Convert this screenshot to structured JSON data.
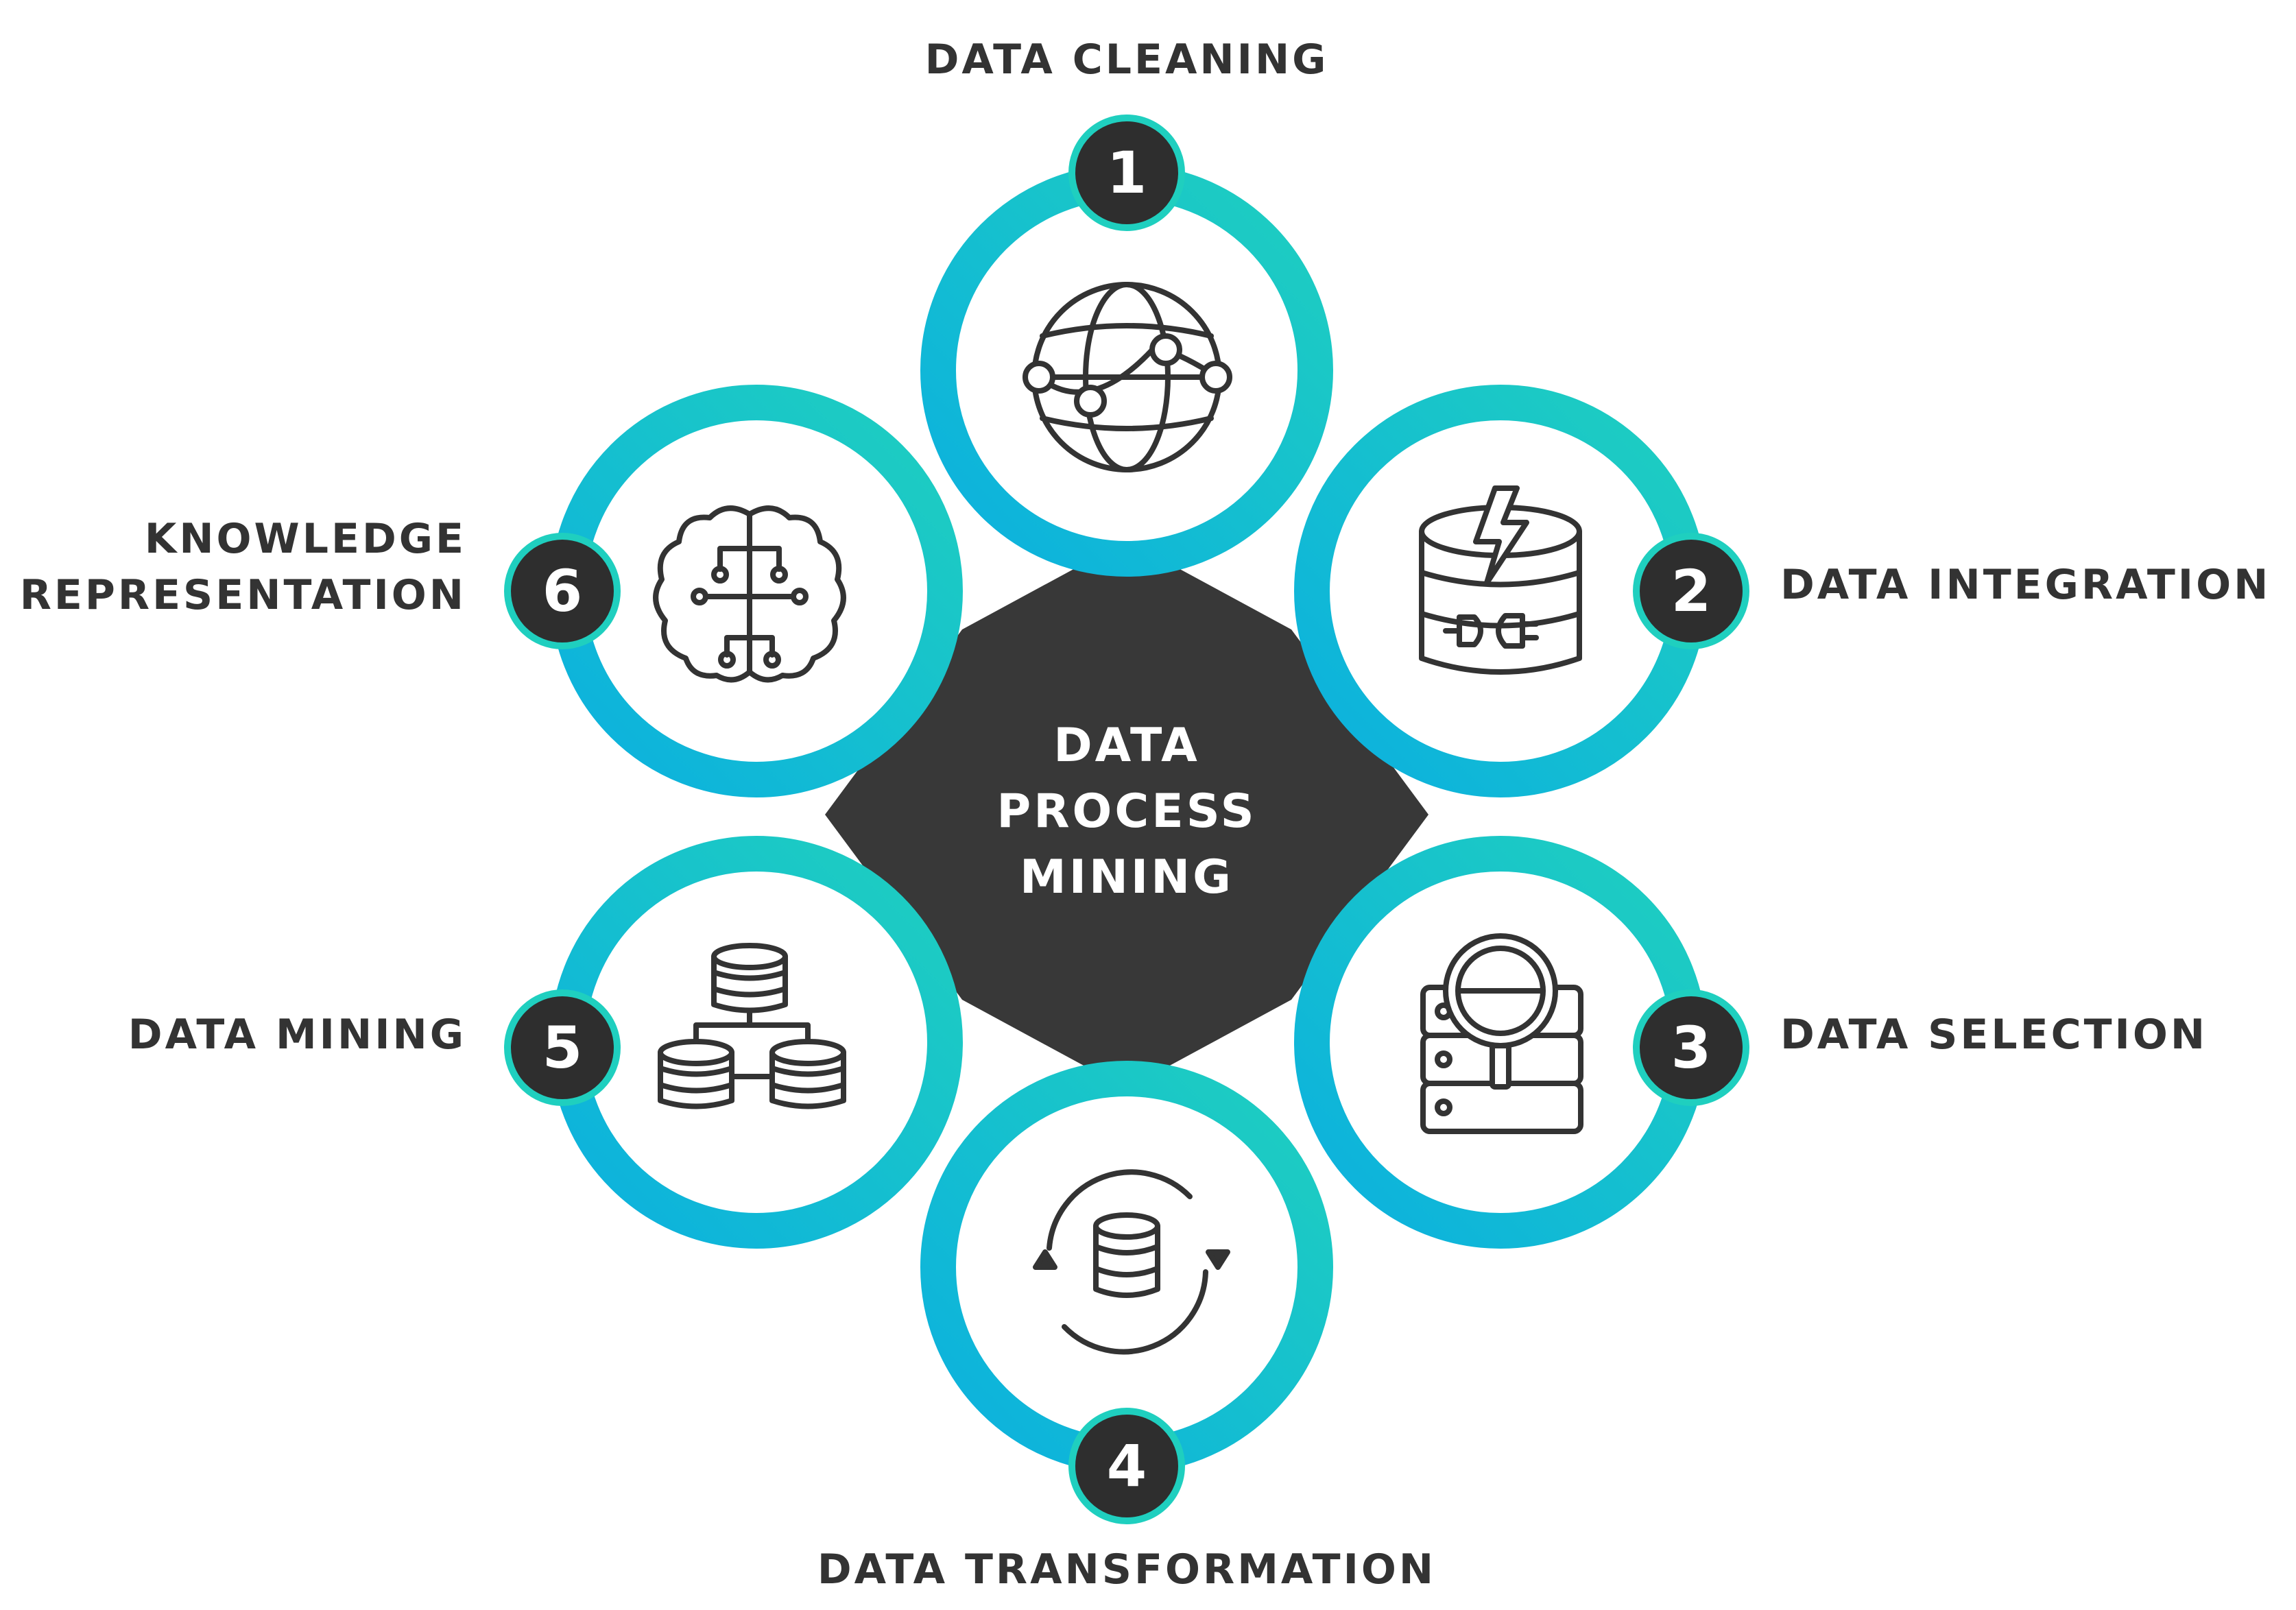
{
  "center": {
    "lines": [
      "DATA",
      "PROCESS",
      "MINING"
    ]
  },
  "steps": [
    {
      "number": "1",
      "label_lines": [
        "DATA CLEANING"
      ],
      "icon": "globe-network-icon"
    },
    {
      "number": "2",
      "label_lines": [
        "DATA INTEGRATION"
      ],
      "icon": "database-power-plug-icon"
    },
    {
      "number": "3",
      "label_lines": [
        "DATA SELECTION"
      ],
      "icon": "server-magnifier-icon"
    },
    {
      "number": "4",
      "label_lines": [
        "DATA TRANSFORMATION"
      ],
      "icon": "database-refresh-icon"
    },
    {
      "number": "5",
      "label_lines": [
        "DATA MINING"
      ],
      "icon": "database-tree-icon"
    },
    {
      "number": "6",
      "label_lines": [
        "KNOWLEDGE",
        "REPRESENTATION"
      ],
      "icon": "brain-circuit-icon"
    }
  ],
  "colors": {
    "ring_teal": "#1fcfbf",
    "ring_blue": "#0bb0df",
    "hexagon": "#383838",
    "badge": "#2e2e2e",
    "badge_ring": "#1fcfbf",
    "icon_stroke": "#333333",
    "text": "#333333"
  }
}
